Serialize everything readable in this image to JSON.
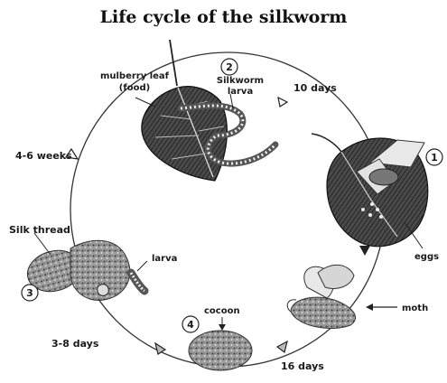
{
  "title": "Life cycle of the silkworm",
  "labels": {
    "mulberry_leaf_line1": "mulberry leaf",
    "mulberry_leaf_line2": "(food)",
    "silkworm_larva_line1": "Silkworm",
    "silkworm_larva_line2": "larva",
    "silk_thread": "Silk thread",
    "larva": "larva",
    "cocoon": "cocoon",
    "moth": "moth",
    "eggs": "eggs"
  },
  "durations": {
    "d10": "10 days",
    "d4_6w": "4-6 weeks",
    "d3_8": "3-8 days",
    "d16": "16 days"
  },
  "stage_numbers": [
    "1",
    "2",
    "3",
    "4"
  ]
}
